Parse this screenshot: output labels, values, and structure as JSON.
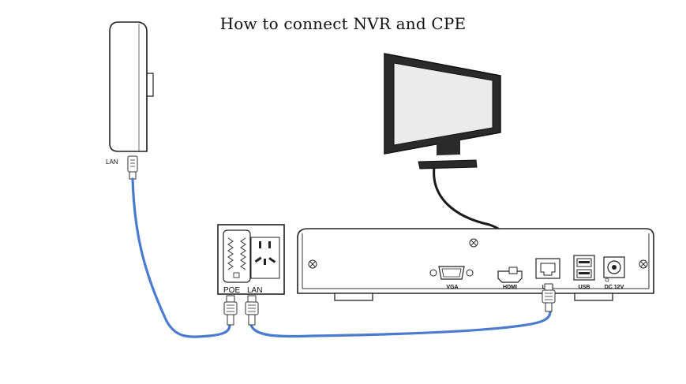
{
  "title": "How to connect NVR and CPE",
  "labels": {
    "cpe_lan": "LAN",
    "poe_port": "POE",
    "lan_port": "LAN",
    "vga": "VGA",
    "hdmi": "HDMI",
    "nvr_lan": "LAN",
    "usb": "USB",
    "dc": "DC 12V"
  },
  "colors": {
    "cable": "#4a7bd0",
    "outline": "#222222",
    "screen": "#e8e8e8"
  }
}
